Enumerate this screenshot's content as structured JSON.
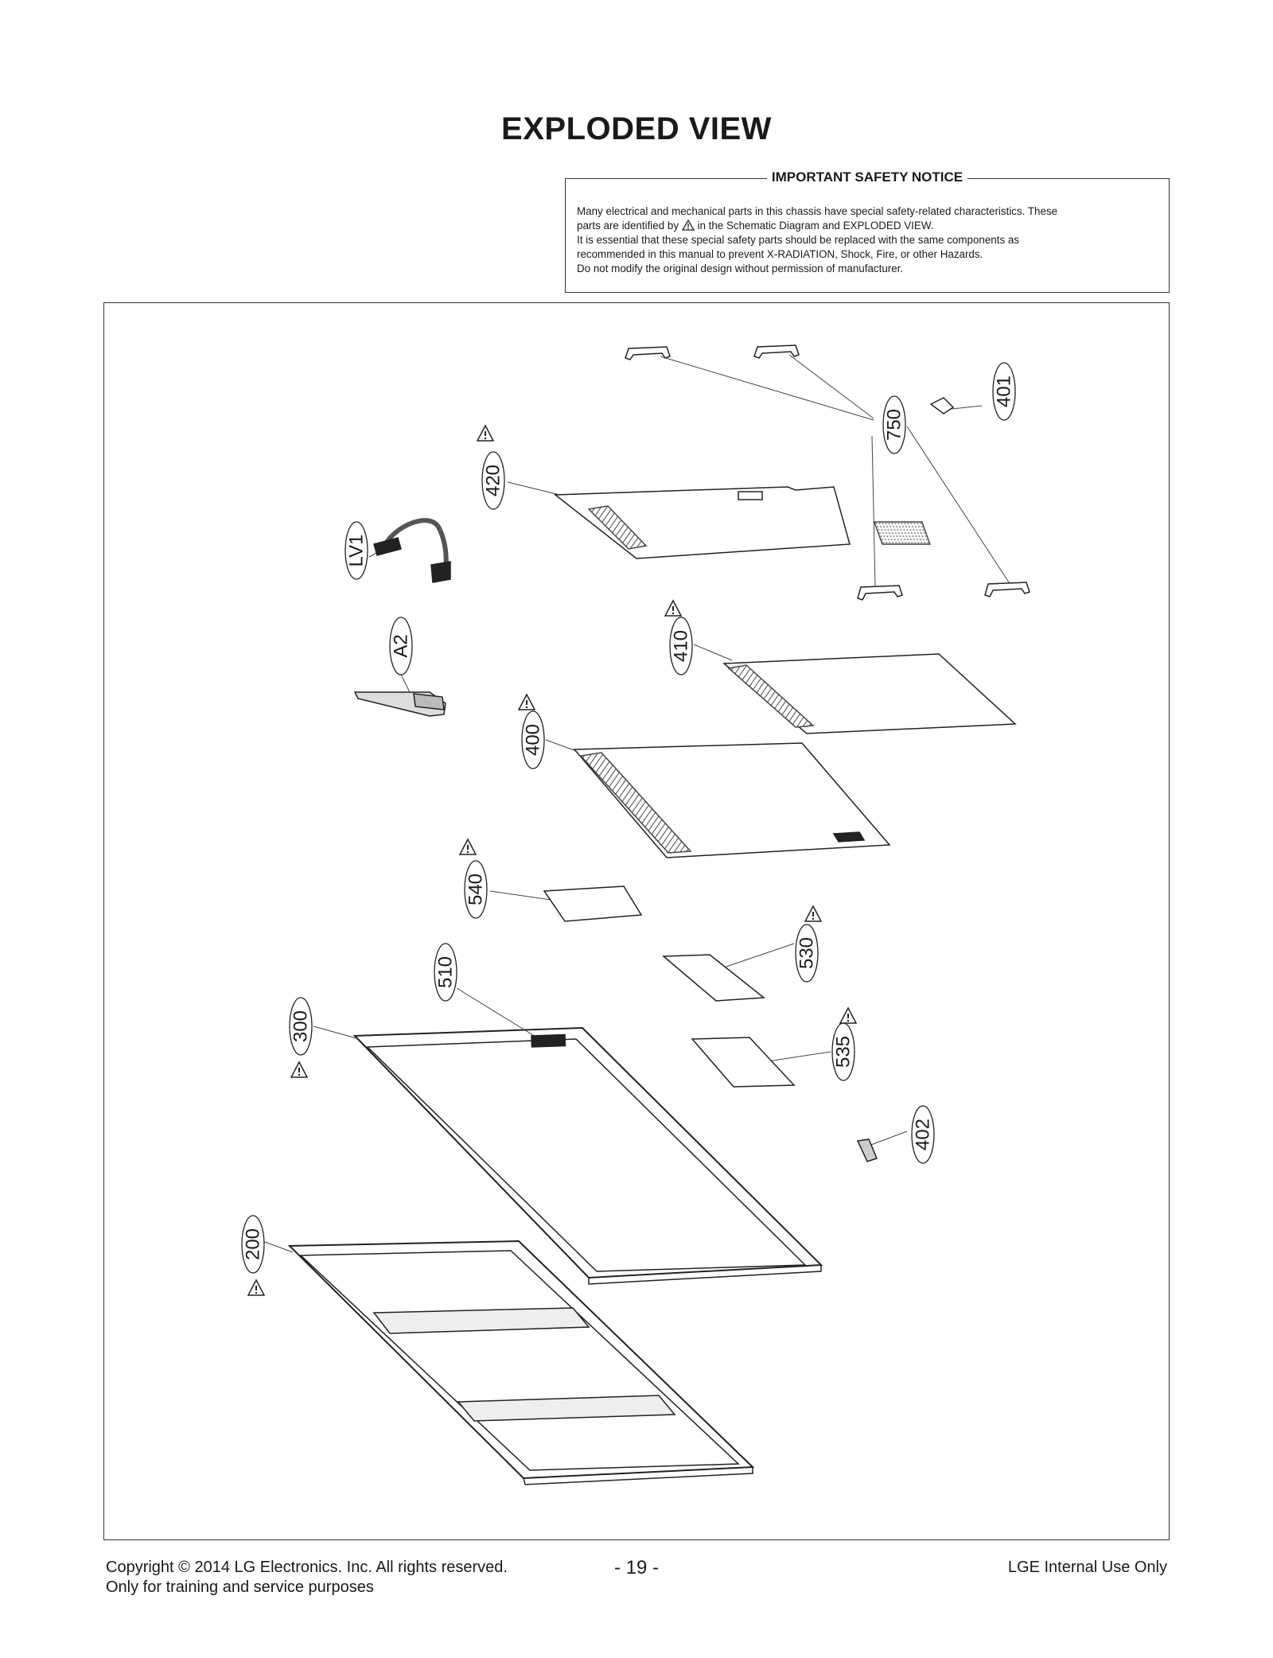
{
  "page": {
    "title": "EXPLODED VIEW"
  },
  "notice": {
    "heading": "IMPORTANT SAFETY NOTICE",
    "line1": "Many electrical and mechanical parts in this chassis have special safety-related characteristics. These",
    "line2_pre": "parts are identified by",
    "line2_post": "in the Schematic Diagram and EXPLODED VIEW.",
    "line3": "It is essential that these special safety parts should be replaced with the same components as",
    "line4": "recommended in this manual to prevent X-RADIATION, Shock, Fire, or other Hazards.",
    "line5": "Do not modify the original design without permission of manufacturer."
  },
  "parts": {
    "p750": "750",
    "p401": "401",
    "p420": "420",
    "lv1": "LV1",
    "a2": "A2",
    "p410": "410",
    "p400": "400",
    "p540": "540",
    "p530": "530",
    "p510": "510",
    "p300": "300",
    "p535": "535",
    "p402": "402",
    "p200": "200"
  },
  "footer": {
    "copyright": "Copyright  © 2014  LG Electronics. Inc. All rights reserved.",
    "purpose": "Only for training and service purposes",
    "page_number": "- 19 -",
    "internal": "LGE Internal Use Only"
  }
}
